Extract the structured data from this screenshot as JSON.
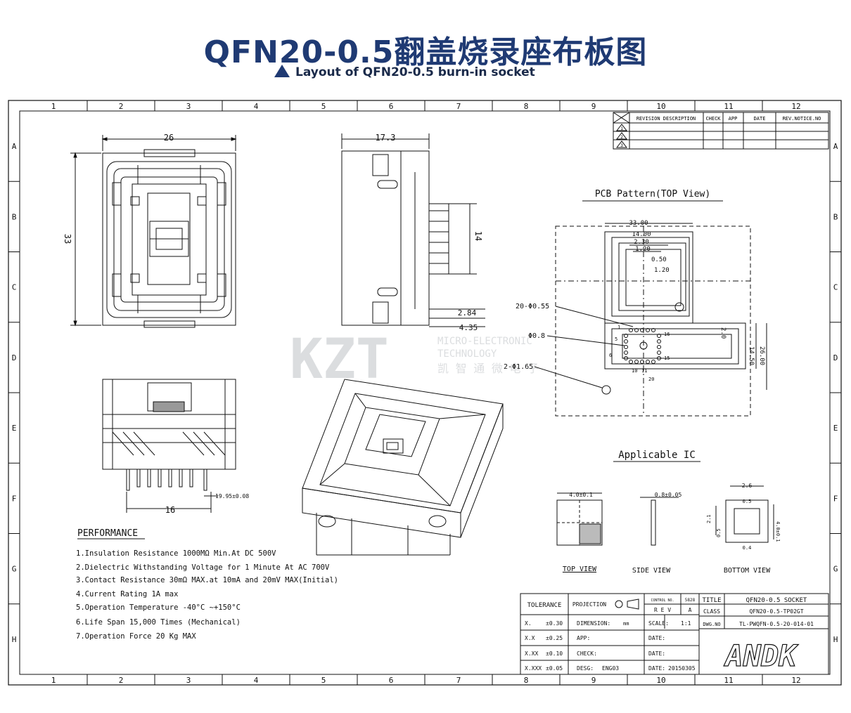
{
  "header": {
    "title": "QFN20-0.5翻盖烧录座布板图",
    "subtitle": "Layout of QFN20-0.5 burn-in socket"
  },
  "grid": {
    "columns": [
      "1",
      "2",
      "3",
      "4",
      "5",
      "6",
      "7",
      "8",
      "9",
      "10",
      "11",
      "12"
    ],
    "rows": [
      "A",
      "B",
      "C",
      "D",
      "E",
      "F",
      "G",
      "H"
    ]
  },
  "revision_table": {
    "headers": [
      "REVISION DESCRIPTION",
      "CHECK",
      "APP",
      "DATE",
      "REV.NOTICE.NO"
    ],
    "rows": [
      "1",
      "2",
      "3"
    ]
  },
  "watermark": {
    "logo": "KZT",
    "line1": "MICRO-ELECTRONIC",
    "line2": "TECHNOLOGY",
    "line3": "凯 智 通 微 电 子"
  },
  "top_view": {
    "width": "26",
    "height": "33"
  },
  "side_view": {
    "width": "17.3",
    "h1": "14",
    "d1": "2.84",
    "d2": "4.35"
  },
  "front_view": {
    "pitch": "19.95±0.08",
    "span": "16"
  },
  "pcb": {
    "title": "PCB Pattern(TOP View)",
    "dims": [
      "33.00",
      "14.00",
      "2.30",
      "1.20",
      "0.50",
      "1.20",
      "2.0",
      "14.50",
      "26.00"
    ],
    "callouts": [
      "20-Φ0.55",
      "Φ0.8",
      "2-Φ1.65"
    ],
    "pins": [
      "1",
      "5",
      "6",
      "10",
      "11",
      "15",
      "16",
      "20"
    ]
  },
  "applicable_ic": {
    "title": "Applicable IC",
    "top_dim": "4.0±0.1",
    "side_dim": "0.8±0.05",
    "bottom_dims": [
      "2.6",
      "0.5",
      "2.1",
      "0.5",
      "4.0±0.1",
      "0.4"
    ],
    "labels": [
      "TOP VIEW",
      "SIDE VIEW",
      "BOTTOM VIEW"
    ]
  },
  "performance": {
    "title": "PERFORMANCE",
    "items": [
      "1.Insulation Resistance 1000MΩ Min.At DC 500V",
      "2.Dielectric Withstanding Voltage for 1 Minute At AC 700V",
      "3.Contact Resistance 30mΩ MAX.at 10mA and 20mV MAX(Initial)",
      "4.Current Rating 1A max",
      "5.Operation Temperature -40°C ~+150°C",
      "6.Life Span 15,000 Times (Mechanical)",
      "7.Operation Force 20 Kg MAX"
    ]
  },
  "title_block": {
    "tolerance": "TOLERANCE",
    "tol_rows": [
      [
        "X.",
        "±0.30"
      ],
      [
        "X.X",
        "±0.25"
      ],
      [
        "X.XX",
        "±0.10"
      ],
      [
        "X.XXX",
        "±0.05"
      ]
    ],
    "projection": "PROJECTION",
    "control": "CONTROL NO.",
    "control_code": "5828",
    "rev": "R E V",
    "rev_val": "A",
    "title_label": "TITLE",
    "title_val": "QFN20-0.5 SOCKET",
    "class_label": "CLASS",
    "class_val": "QFN20-0.5-TP02GT",
    "dwg_label": "DWG.NO",
    "dwg_val": "TL-PWQFN-0.5-20-014-01",
    "dimension": "DIMENSION:",
    "dimension_val": "mm",
    "scale": "SCALE:",
    "scale_val": "1:1",
    "app": "APP:",
    "check": "CHECK:",
    "desg": "DESG:",
    "desg_val": "ENG03",
    "date": "DATE:",
    "date_val": "20150305",
    "logo": "ANDK"
  }
}
